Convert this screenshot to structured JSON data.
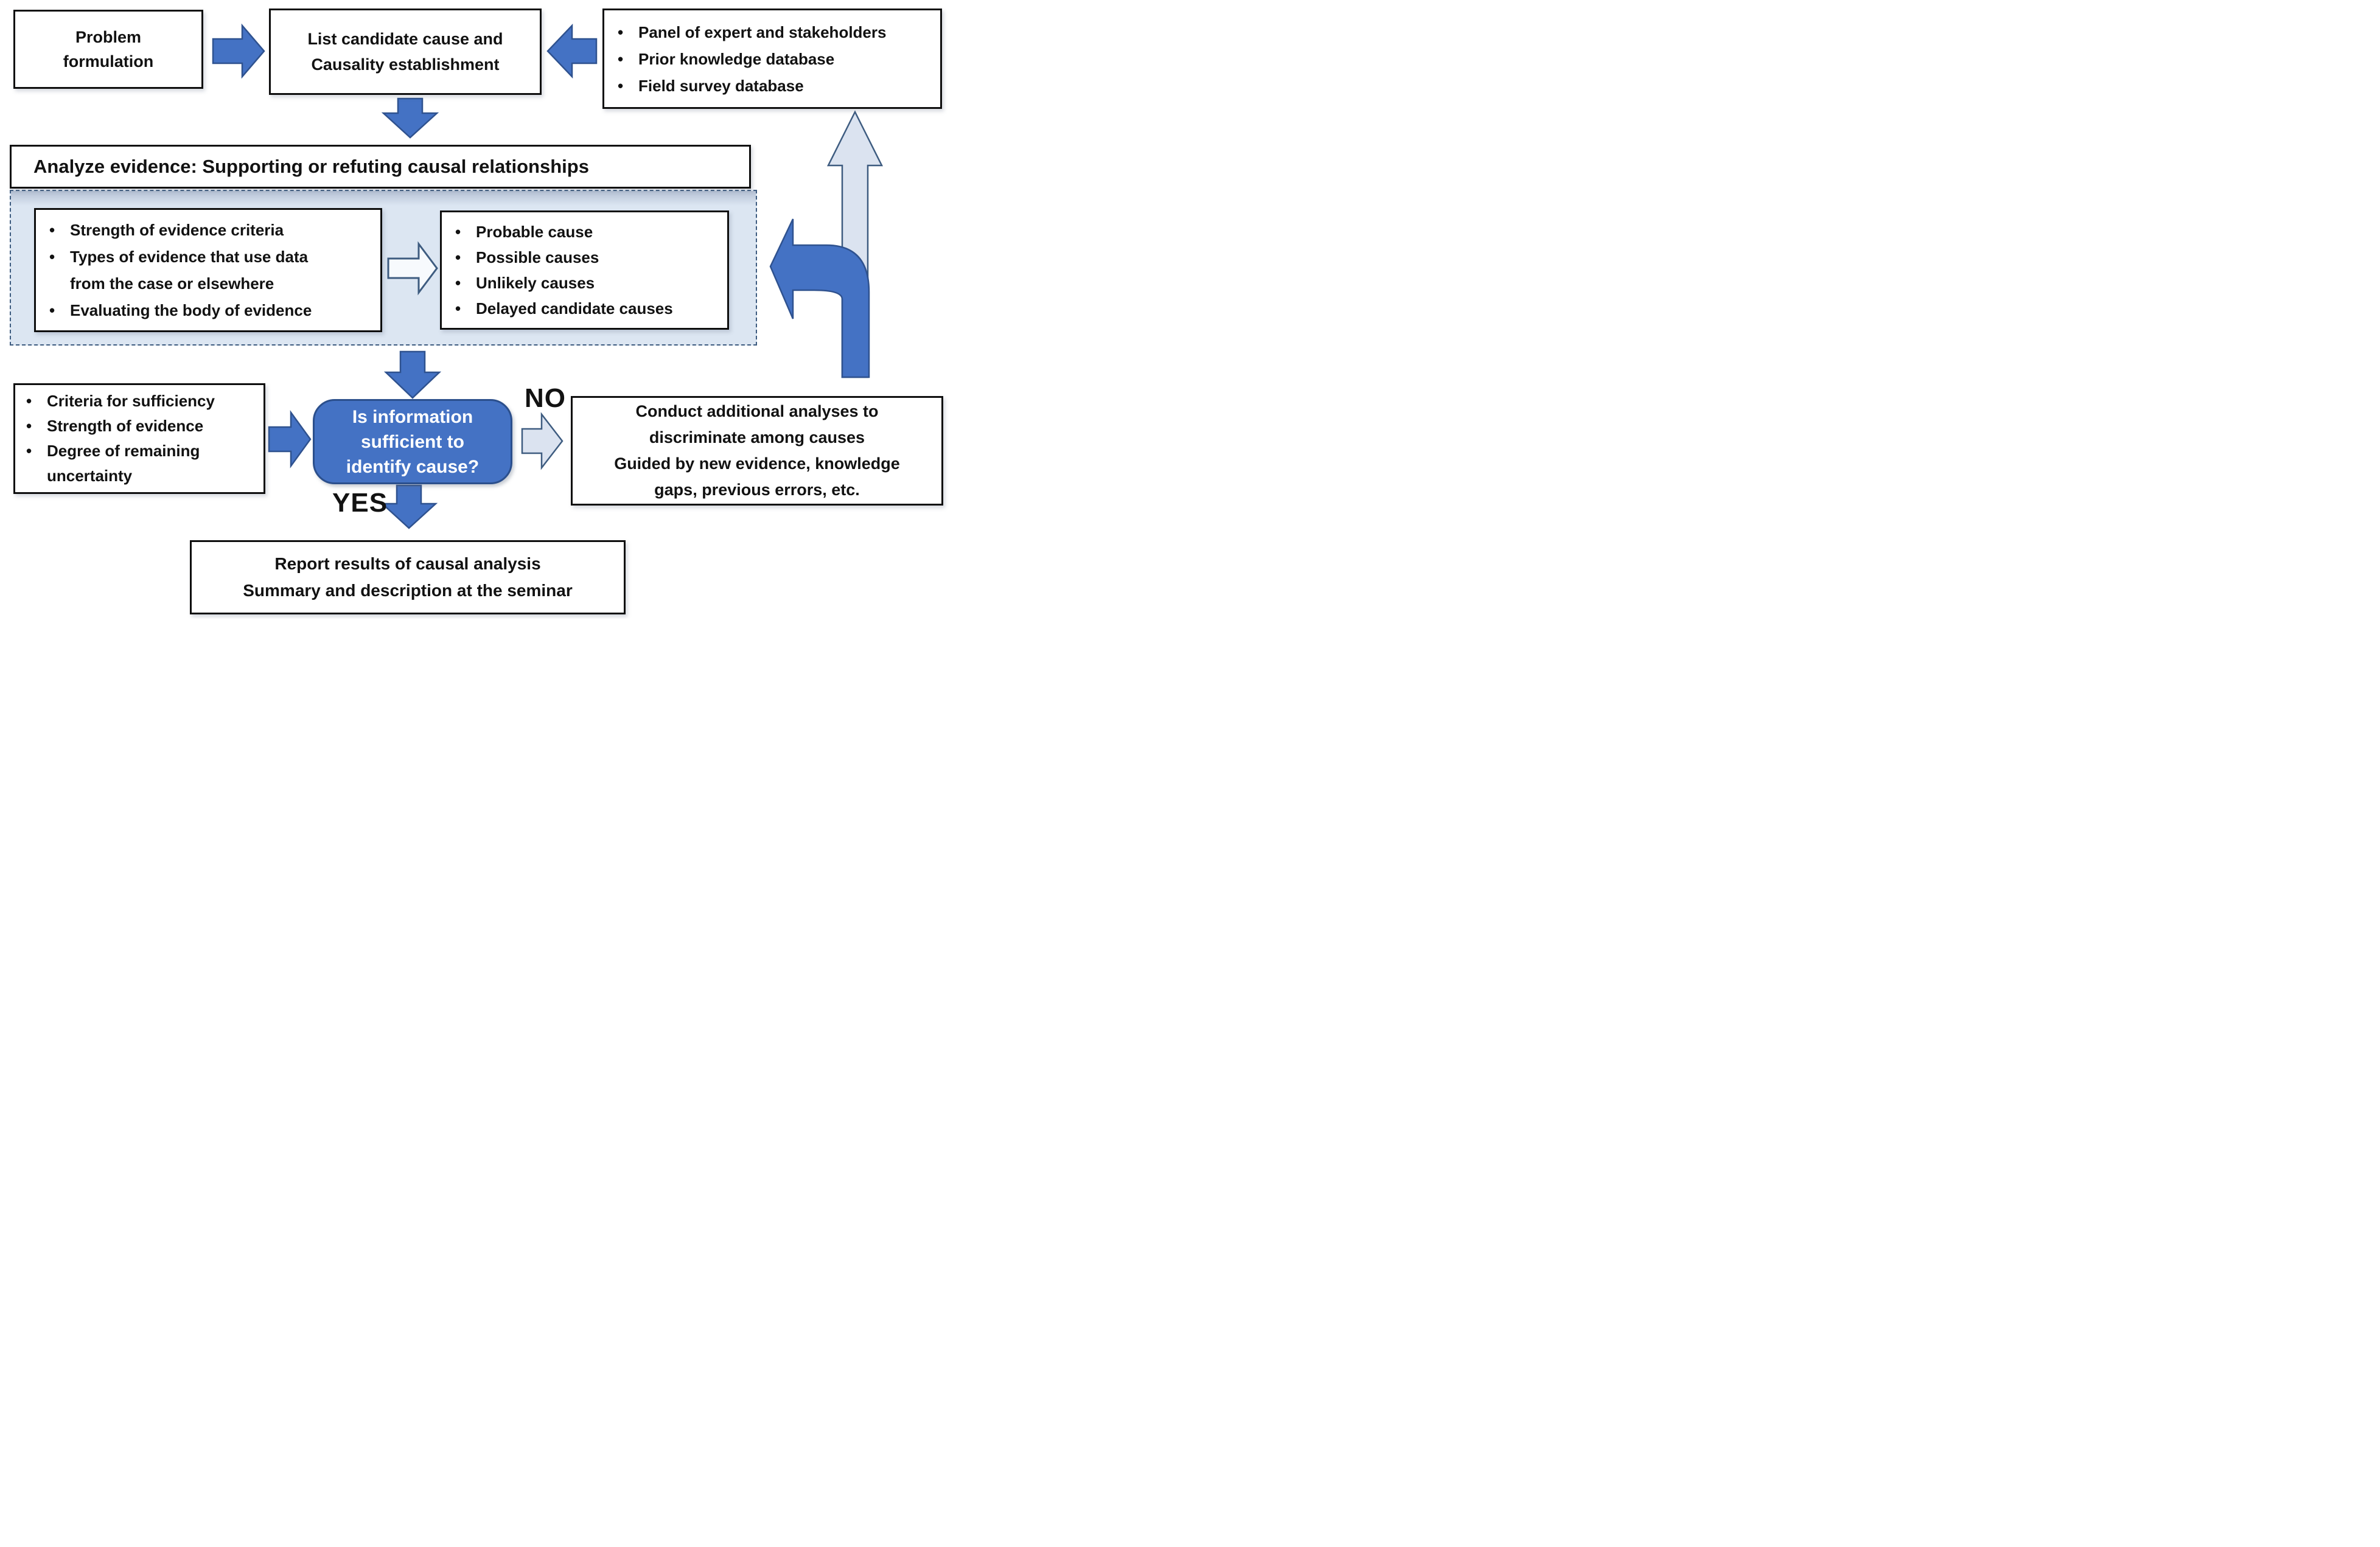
{
  "colors": {
    "arrow_blue": "#4472c4",
    "arrow_dark": "#2f528f",
    "arrow_light": "#dbe3f0",
    "region_fill": "#dce6f2",
    "region_border": "#3e5c80",
    "box_border": "#0e0e0e",
    "text": "#121212",
    "decision_fill": "#4472c4",
    "decision_border": "#2b4f8c",
    "decision_text": "#ffffff"
  },
  "ui": {
    "bullet": "•"
  },
  "labels": {
    "no": "NO",
    "yes": "YES"
  },
  "nodes": {
    "problem": {
      "lines": [
        "Problem",
        "formulation"
      ]
    },
    "list_candidate": {
      "lines": [
        "List candidate cause and",
        "Causality establishment"
      ]
    },
    "panel": {
      "items": [
        [
          "Panel of expert and stakeholders"
        ],
        [
          "Prior knowledge database"
        ],
        [
          "Field survey database"
        ]
      ]
    },
    "analyze": {
      "title": "Analyze evidence: Supporting or refuting causal relationships"
    },
    "strength": {
      "items": [
        [
          "Strength of evidence criteria"
        ],
        [
          "Types of evidence that use data",
          "from the case or elsewhere"
        ],
        [
          "Evaluating the body of evidence"
        ]
      ]
    },
    "probable": {
      "items": [
        [
          "Probable cause"
        ],
        [
          "Possible causes"
        ],
        [
          "Unlikely causes"
        ],
        [
          "Delayed candidate causes"
        ]
      ]
    },
    "criteria": {
      "items": [
        [
          "Criteria for sufficiency"
        ],
        [
          "Strength of evidence"
        ],
        [
          "Degree of remaining",
          "uncertainty"
        ]
      ]
    },
    "decision": {
      "lines": [
        "Is information",
        "sufficient to",
        "identify cause?"
      ]
    },
    "conduct": {
      "lines": [
        "Conduct additional analyses to",
        "discriminate among causes",
        "Guided by new evidence, knowledge",
        "gaps, previous errors, etc."
      ]
    },
    "report": {
      "lines": [
        "Report results of causal analysis",
        "Summary and description at the seminar"
      ]
    }
  }
}
